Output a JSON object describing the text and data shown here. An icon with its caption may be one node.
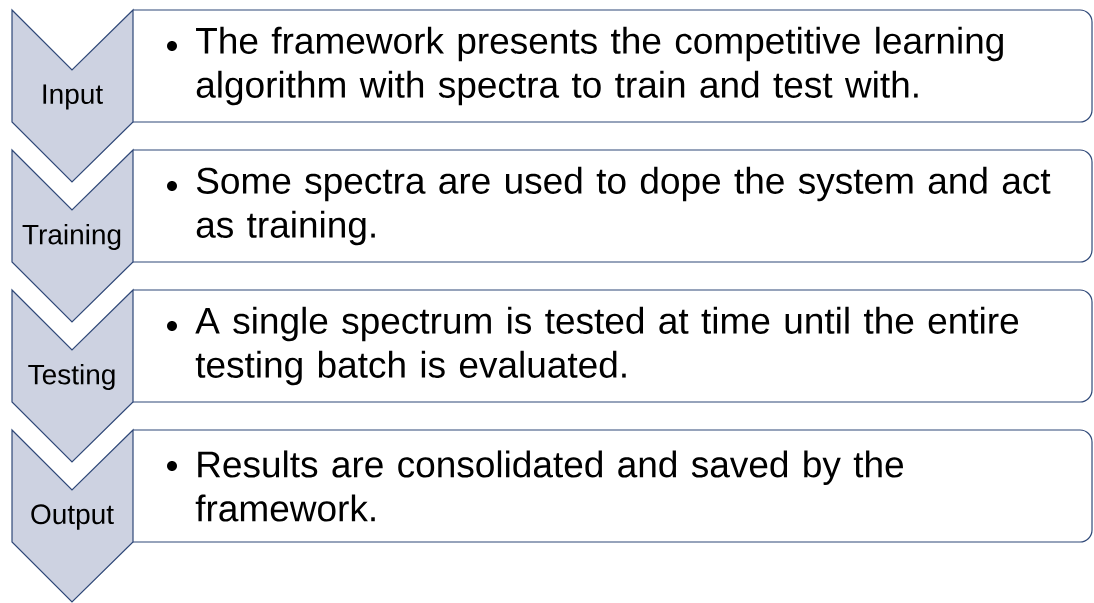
{
  "diagram": {
    "nodes": [
      {
        "text": [
          "Input"
        ]
      },
      {
        "text": [
          "The framework presents the competitive learning algorithm with spectra to train and test with."
        ]
      },
      {
        "text": [
          "Training"
        ]
      },
      {
        "text": [
          "Some spectra are used to dope the system and act as training."
        ]
      },
      {
        "text": [
          "Testing"
        ]
      },
      {
        "text": [
          "A single spectrum is tested at time until the entire testing batch is evaluated."
        ]
      },
      {
        "text": [
          "Output"
        ]
      },
      {
        "text": [
          "Results are consolidated and saved by the framework."
        ]
      }
    ]
  }
}
